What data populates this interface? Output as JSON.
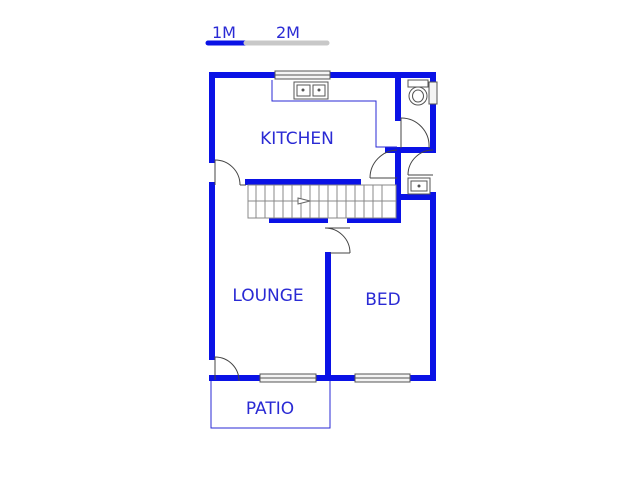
{
  "scale": {
    "label_1": "1M",
    "label_2": "2M"
  },
  "rooms": {
    "kitchen": "KITCHEN",
    "lounge": "LOUNGE",
    "bed": "BED",
    "patio": "PATIO"
  },
  "colors": {
    "wall": "#0a12e6",
    "text": "#2a2ad4",
    "scale_grey": "#c8c8c8"
  }
}
